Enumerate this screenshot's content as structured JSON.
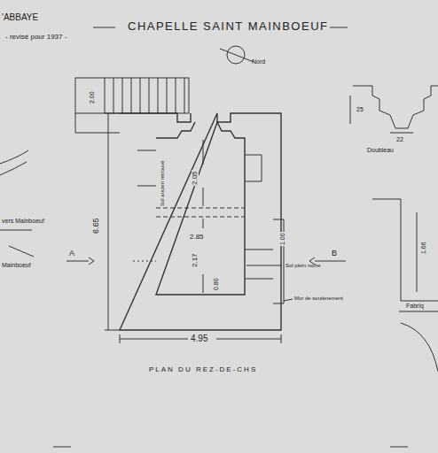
{
  "diagram": {
    "title": "CHAPELLE SAINT MAINBOEUF",
    "caption": "PLAN DU REZ-DE-CHS",
    "labels": [
      "'ABBAYE",
      "- revisé pour 1937 -",
      "Nord",
      "2.00",
      "2.05",
      "2.85",
      "2.17",
      "6.65",
      "4.95",
      "1.00",
      "0.80",
      "Mur de soutènement",
      "Sol plein roche",
      "A",
      "B",
      "Doubleau",
      "25",
      "22",
      "1.66",
      "vers Mainboeuf",
      "Mainboeuf",
      "Fabriq",
      "Sol ancien retrouvé"
    ]
  }
}
